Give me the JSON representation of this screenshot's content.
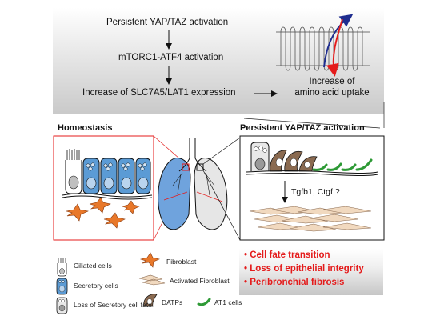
{
  "pathway": {
    "step1": "Persistent YAP/TAZ activation",
    "step2": "mTORC1-ATF4 activation",
    "step3": "Increase of SLC7A5/LAT1 expression",
    "outcome_line1": "Increase of",
    "outcome_line2": "amino acid uptake"
  },
  "homeostasis": {
    "title": "Homeostasis"
  },
  "persistent": {
    "title": "Persistent YAP/TAZ activation",
    "mediators": "Tgfb1, Ctgf ?"
  },
  "outcomes": [
    "Cell fate transition",
    "Loss of epithelial integrity",
    "Peribronchial fibrosis"
  ],
  "legend": {
    "ciliated": "Ciliated cells",
    "secretory": "Secretory cells",
    "loss_secretory": "Loss of Secretory cell fate",
    "fibroblast": "Fibroblast",
    "activated_fibroblast": "Activated Fibroblast",
    "datps": "DATPs",
    "at1": "AT1 cells"
  },
  "colors": {
    "accent_red": "#e41b1b",
    "secretory_blue": "#5b9bd5",
    "fibroblast_orange": "#e8782a",
    "at1_green": "#2e9a36",
    "datp_brown": "#8a6a50",
    "arrow_blue": "#1f2d8f",
    "arrow_red": "#e41b1b"
  }
}
